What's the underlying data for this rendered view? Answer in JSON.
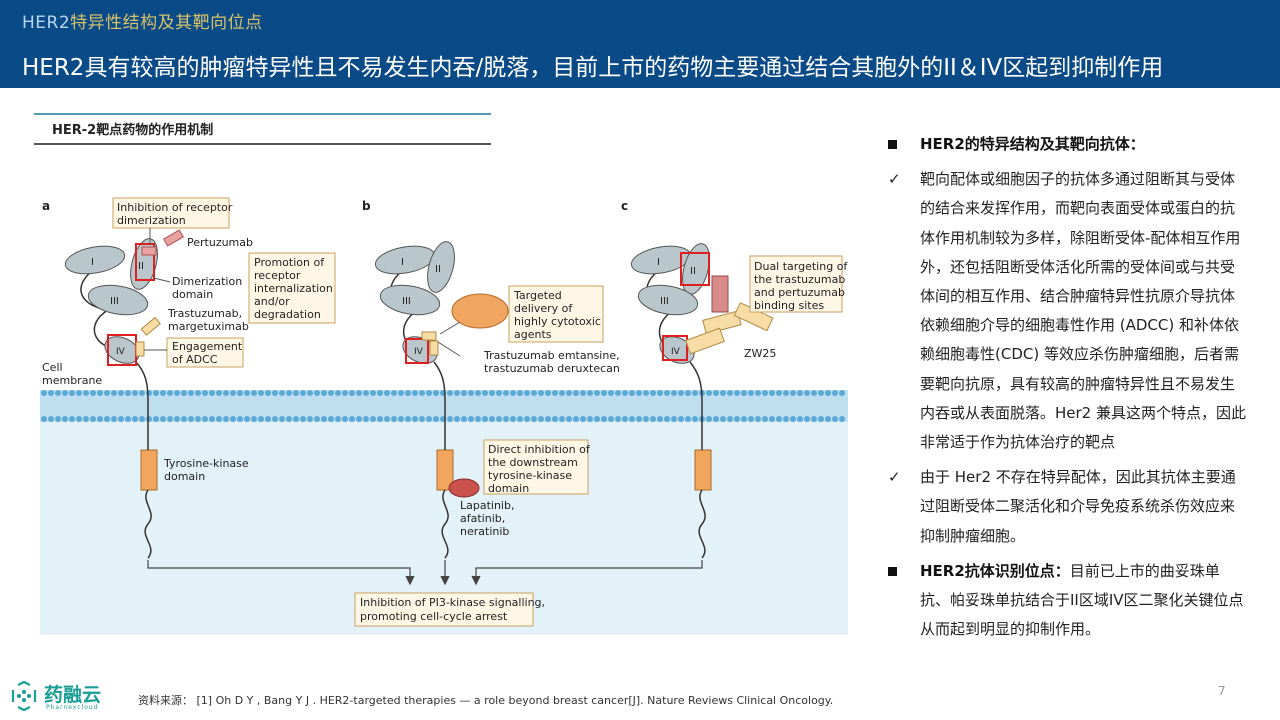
{
  "header": {
    "subtitle_lead": "HER2",
    "subtitle_rest": "特异性结构及其靶向位点",
    "title": "HER2具有较高的肿瘤特异性且不易发生内吞/脱落，目前上市的药物主要通过结合其胞外的II＆IV区起到抑制作用"
  },
  "figure": {
    "title": "HER-2靶点药物的作用机制",
    "panel_a": "a",
    "panel_b": "b",
    "panel_c": "c",
    "labels": {
      "inhibition_receptor_1": "Inhibition of receptor",
      "inhibition_receptor_2": "dimerization",
      "pertuzumab": "Pertuzumab",
      "dimerization_1": "Dimerization",
      "dimerization_2": "domain",
      "promotion_1": "Promotion of",
      "promotion_2": "receptor",
      "promotion_3": "internalization",
      "promotion_4": "and/or",
      "promotion_5": "degradation",
      "trastuzumab_1": "Trastuzumab,",
      "trastuzumab_2": "margetuximab",
      "adcc_1": "Engagement",
      "adcc_2": "of ADCC",
      "cell_membrane_1": "Cell",
      "cell_membrane_2": "membrane",
      "tk_domain_1": "Tyrosine-kinase",
      "tk_domain_2": "domain",
      "targeted_1": "Targeted",
      "targeted_2": "delivery of",
      "targeted_3": "highly cytotoxic",
      "targeted_4": "agents",
      "tdm_1": "Trastuzumab emtansine,",
      "tdm_2": "trastuzumab deruxtecan",
      "direct_1": "Direct inhibition of",
      "direct_2": "the downstream",
      "direct_3": "tyrosine-kinase",
      "direct_4": "domain",
      "tki_1": "Lapatinib,",
      "tki_2": "afatinib,",
      "tki_3": "neratinib",
      "dual_1": "Dual targeting of",
      "dual_2": "the trastuzumab",
      "dual_3": "and pertuzumab",
      "dual_4": "binding sites",
      "zw25": "ZW25",
      "pi3k_1": "Inhibition of PI3-kinase signalling,",
      "pi3k_2": "promoting cell-cycle arrest",
      "dom_I": "I",
      "dom_II": "II",
      "dom_III": "III",
      "dom_IV": "IV"
    }
  },
  "right_panel": {
    "item1_title": "HER2的特异结构及其靶向抗体：",
    "item2_text": "靶向配体或细胞因子的抗体多通过阻断其与受体的结合来发挥作用，而靶向表面受体或蛋白的抗体作用机制较为多样，除阻断受体-配体相互作用外，还包括阻断受体活化所需的受体间或与共受体间的相互作用、结合肿瘤特异性抗原介导抗体依赖细胞介导的细胞毒性作用 (ADCC) 和补体依赖细胞毒性(CDC) 等效应杀伤肿瘤细胞，后者需要靶向抗原，具有较高的肿瘤特异性且不易发生内吞或从表面脱落。Her2 兼具这两个特点，因此非常适于作为抗体治疗的靶点",
    "item3_text": "由于 Her2 不存在特异配体，因此其抗体主要通过阻断受体二聚活化和介导免疫系统杀伤效应来抑制肿瘤细胞。",
    "item4_title": "HER2抗体识别位点：",
    "item4_text": "目前已上市的曲妥珠单抗、帕妥珠单抗结合于II区域IV区二聚化关键位点从而起到明显的抑制作用。",
    "check_symbol": "✓"
  },
  "footer": {
    "logo_text": "药融云",
    "logo_sub": "Pharnexcloud",
    "source": "资料来源：  [1] Oh D Y , Bang Y J . HER2-targeted therapies — a role beyond breast cancer[J]. Nature Reviews Clinical Oncology.",
    "page_number": "7"
  },
  "colors": {
    "header_bg": "#0a4a86",
    "accent_gold": "#d8c36a",
    "brand_teal": "#1a9e96",
    "membrane_blue": "#bfdff0",
    "highlight_red": "#e02020"
  }
}
